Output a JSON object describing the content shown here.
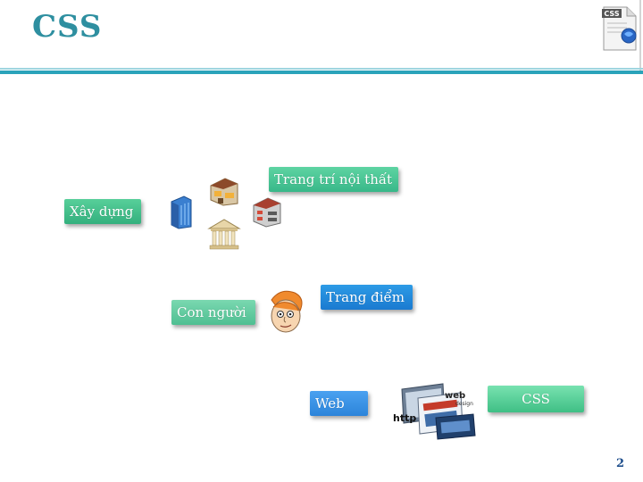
{
  "slide": {
    "title": "CSS",
    "page_number": "2"
  },
  "header_icon": {
    "name": "css-file-icon",
    "label": "CSS"
  },
  "tags": {
    "interior": "Trang trí nội thất",
    "construction": "Xây dựng",
    "people": "Con người",
    "makeup": "Trang điểm",
    "web": "Web",
    "css": "CSS"
  },
  "illustration_text": {
    "web_design_word1": "web",
    "web_design_word2": "design",
    "http": "http"
  },
  "colors": {
    "title": "#2e8fa0",
    "rule": "#2aa3ba",
    "green_tag": "#38b889",
    "blue_tag": "#1a7ad0"
  }
}
